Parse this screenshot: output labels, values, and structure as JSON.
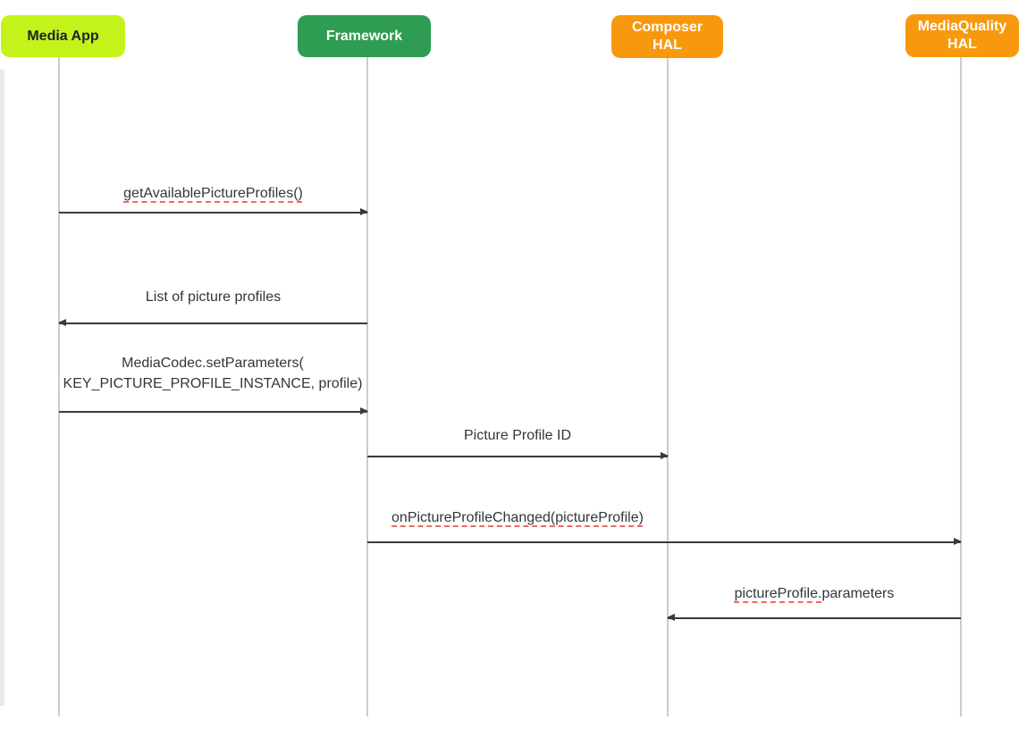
{
  "diagram": {
    "type": "sequence-diagram",
    "participants": [
      {
        "label": "Media App",
        "fill": "#c3f31a",
        "text_color": "#1f2125"
      },
      {
        "label": "Framework",
        "fill": "#2e9c52",
        "text_color": "#ffffff"
      },
      {
        "label_line1": "Composer",
        "label_line2": "HAL",
        "fill": "#f8990d",
        "text_color": "#ffffff"
      },
      {
        "label_line1": "MediaQuality",
        "label_line2": "HAL",
        "fill": "#f8990d",
        "text_color": "#ffffff"
      }
    ],
    "messages": [
      {
        "label": "getAvailablePictureProfiles()",
        "from": "Media App",
        "to": "Framework",
        "arrow_direction": "right",
        "spellcheck_underline": true
      },
      {
        "label": "List of picture profiles",
        "from": "Framework",
        "to": "Media App",
        "arrow_direction": "left",
        "spellcheck_underline": false
      },
      {
        "label_line1": "MediaCodec.setParameters(",
        "label_line2": "KEY_PICTURE_PROFILE_INSTANCE, profile)",
        "from": "Media App",
        "to": "Framework",
        "arrow_direction": "right",
        "spellcheck_underline": false
      },
      {
        "label": "Picture Profile ID",
        "from": "Framework",
        "to": "Composer HAL",
        "arrow_direction": "right",
        "spellcheck_underline": false
      },
      {
        "label": "onPictureProfileChanged(pictureProfile)",
        "from": "Framework",
        "to": "MediaQuality HAL",
        "arrow_direction": "right",
        "spellcheck_underline": true
      },
      {
        "label_flagged": "pictureProfile.",
        "label_rest": "parameters",
        "from": "MediaQuality HAL",
        "to": "Composer HAL",
        "arrow_direction": "left",
        "spellcheck_underline": "partial"
      }
    ],
    "colors": {
      "arrow": "#3a3a3a",
      "lifeline": "#cccccc",
      "spellcheck_underline": "#e8453c",
      "canvas_background": "#ffffff"
    }
  }
}
